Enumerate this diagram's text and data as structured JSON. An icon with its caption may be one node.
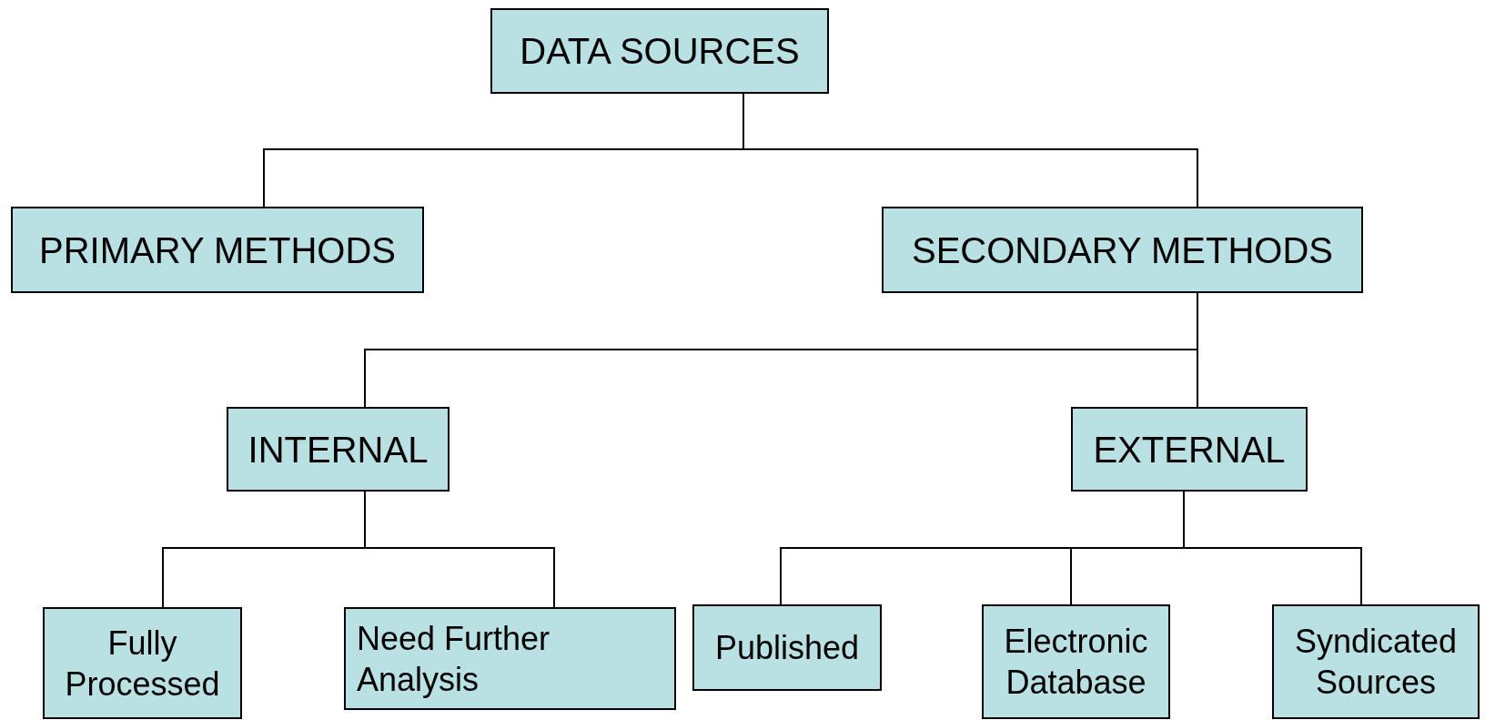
{
  "diagram": {
    "nodes": [
      {
        "text": [
          "DATA SOURCES"
        ]
      },
      {
        "text": [
          "PRIMARY METHODS"
        ]
      },
      {
        "text": [
          "SECONDARY METHODS"
        ]
      },
      {
        "text": [
          "INTERNAL"
        ]
      },
      {
        "text": [
          "EXTERNAL"
        ]
      },
      {
        "text": [
          "Fully Processed"
        ]
      },
      {
        "text": [
          "Need Further Analysis"
        ]
      },
      {
        "text": [
          "Published"
        ]
      },
      {
        "text": [
          "Electronic Database"
        ]
      },
      {
        "text": [
          "Syndicated Sources"
        ]
      }
    ],
    "edges": [
      {
        "from": 0,
        "to": 1,
        "arrow": "none"
      },
      {
        "from": 0,
        "to": 2,
        "arrow": "none"
      },
      {
        "from": 2,
        "to": 3,
        "arrow": "none"
      },
      {
        "from": 2,
        "to": 4,
        "arrow": "none"
      },
      {
        "from": 3,
        "to": 5,
        "arrow": "none"
      },
      {
        "from": 3,
        "to": 6,
        "arrow": "none"
      },
      {
        "from": 4,
        "to": 7,
        "arrow": "none"
      },
      {
        "from": 4,
        "to": 8,
        "arrow": "none"
      },
      {
        "from": 4,
        "to": 9,
        "arrow": "none"
      }
    ]
  }
}
